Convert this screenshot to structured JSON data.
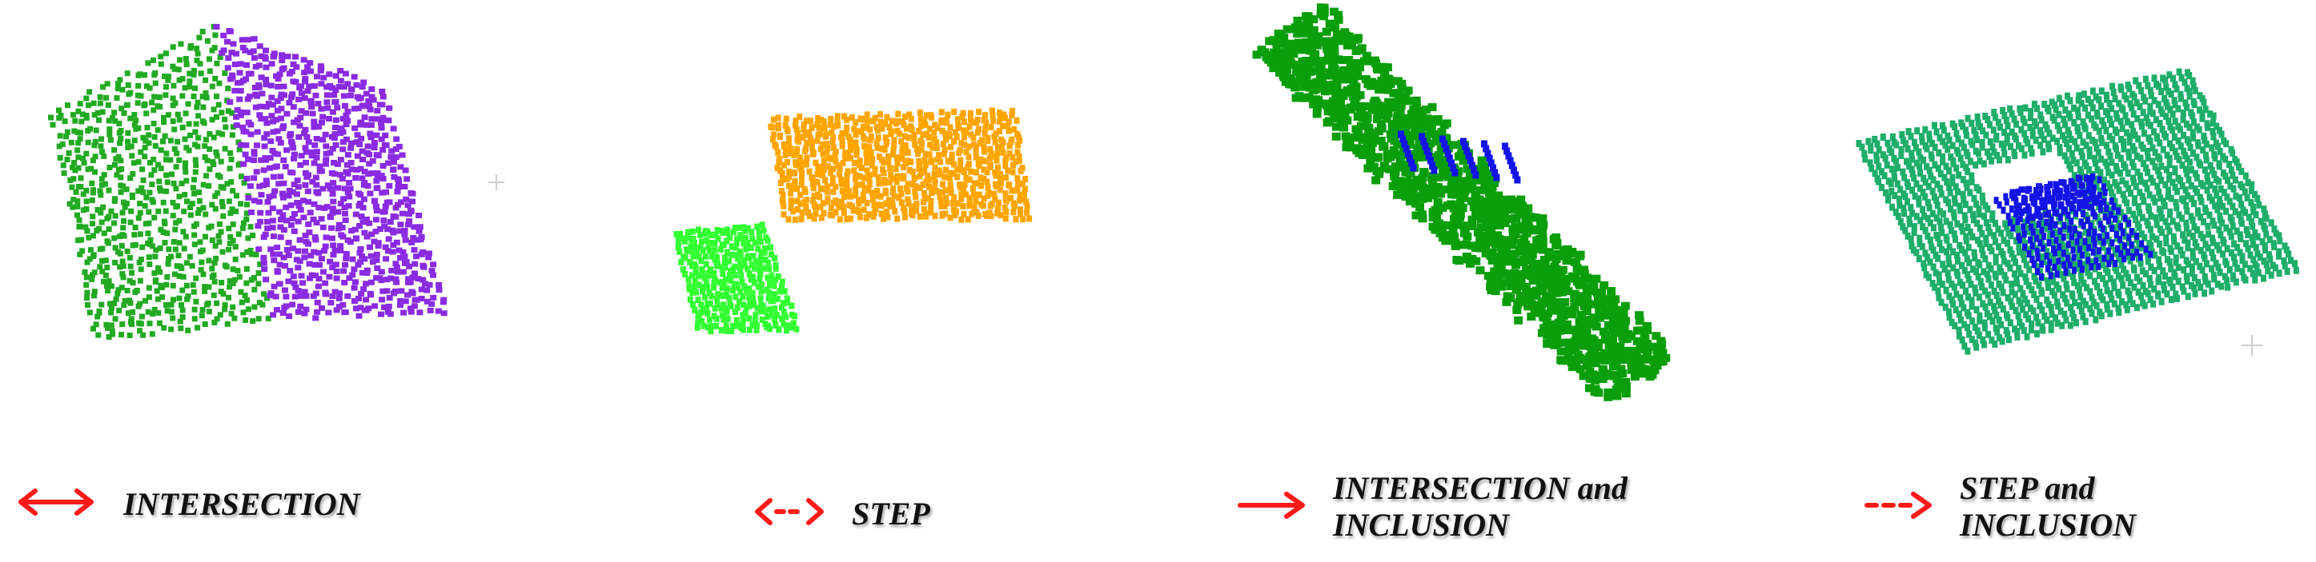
{
  "colors": {
    "green": "#22aa22",
    "purple": "#8a2be2",
    "orange": "#ffa500",
    "lime": "#33ff33",
    "darkgreen": "#0b9e0b",
    "seagreen": "#1fae6a",
    "blue": "#1414e6",
    "red": "#ff1a1a"
  },
  "panels": [
    {
      "name": "intersection",
      "caption_lines": [
        "INTERSECTION"
      ],
      "arrow": "double-solid"
    },
    {
      "name": "step",
      "caption_lines": [
        "STEP"
      ],
      "arrow": "double-dashed"
    },
    {
      "name": "intersection-inclusion",
      "caption_lines": [
        "INTERSECTION and",
        "INCLUSION"
      ],
      "arrow": "single-solid"
    },
    {
      "name": "step-inclusion",
      "caption_lines": [
        "STEP and",
        "INCLUSION"
      ],
      "arrow": "single-dashed"
    }
  ]
}
